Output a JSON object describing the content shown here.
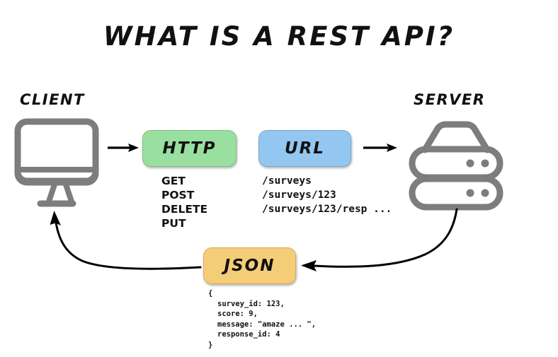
{
  "diagram": {
    "title": "WHAT IS A REST API?",
    "background_color": "#ffffff",
    "text_color": "#111111",
    "icon_color": "#7d7d7d",
    "arrow_color": "#000000"
  },
  "nodes": {
    "client": {
      "label": "CLIENT",
      "icon": "monitor-icon"
    },
    "server": {
      "label": "SERVER",
      "icon": "server-stack-icon"
    }
  },
  "chips": {
    "http": {
      "label": "HTTP",
      "color": "#99e0a0"
    },
    "url": {
      "label": "URL",
      "color": "#93c6f0"
    },
    "json": {
      "label": "JSON",
      "color": "#f5cd78"
    }
  },
  "lists": {
    "http_methods": [
      "GET",
      "POST",
      "DELETE",
      "PUT"
    ],
    "http_methods_text": "GET\nPOST\nDELETE\nPUT",
    "urls": [
      "/surveys",
      "/surveys/123",
      "/surveys/123/resp ..."
    ],
    "urls_text": "/surveys\n/surveys/123\n/surveys/123/resp ..."
  },
  "json_payload": {
    "open_brace": "{",
    "lines": [
      "survey_id: 123,",
      "score: 9,",
      "message: \"amaze ... \",",
      "response_id: 4"
    ],
    "lines_text": "survey_id: 123,\nscore: 9,\nmessage: \"amaze ... \",\nresponse_id: 4",
    "close_brace": "}"
  },
  "arrows": [
    {
      "name": "client-to-http",
      "style": "straight",
      "direction": "right"
    },
    {
      "name": "url-to-server",
      "style": "straight",
      "direction": "right"
    },
    {
      "name": "server-to-json",
      "style": "curved",
      "direction": "left"
    },
    {
      "name": "json-to-client",
      "style": "curved",
      "direction": "up-left"
    }
  ]
}
